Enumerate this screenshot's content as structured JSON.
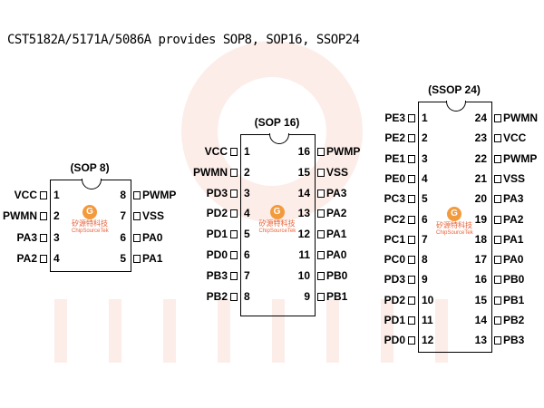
{
  "title": "CST5182A/5171A/5086A provides SOP8, SOP16, SSOP24",
  "watermark": {
    "cn": "矽源特科技",
    "en": ".ChipSourceTek"
  },
  "logo": {
    "glyph": "G",
    "cn": "矽源特科技",
    "en": "ChipSourceTek"
  },
  "chips": [
    {
      "name": "(SOP 8)",
      "left": [
        "VCC",
        "PWMN",
        "PA3",
        "PA2"
      ],
      "right": [
        "PWMP",
        "VSS",
        "PA0",
        "PA1"
      ]
    },
    {
      "name": "(SOP 16)",
      "left": [
        "VCC",
        "PWMN",
        "PD3",
        "PD2",
        "PD1",
        "PD0",
        "PB3",
        "PB2"
      ],
      "right": [
        "PWMP",
        "VSS",
        "PA3",
        "PA2",
        "PA1",
        "PA0",
        "PB0",
        "PB1"
      ]
    },
    {
      "name": "(SSOP 24)",
      "left": [
        "PE3",
        "PE2",
        "PE1",
        "PE0",
        "PC3",
        "PC2",
        "PC1",
        "PC0",
        "PD3",
        "PD2",
        "PD1",
        "PD0"
      ],
      "right": [
        "PWMN",
        "VCC",
        "PWMP",
        "VSS",
        "PA3",
        "PA2",
        "PA1",
        "PA0",
        "PB0",
        "PB1",
        "PB2",
        "PB3"
      ]
    }
  ]
}
